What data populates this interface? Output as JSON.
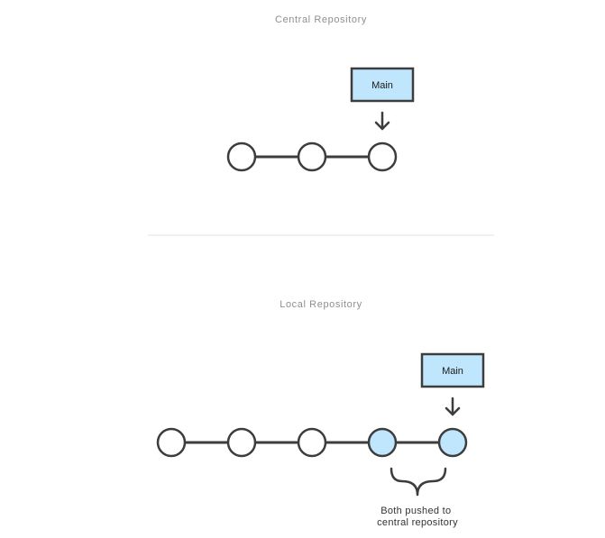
{
  "colors": {
    "line": "#3d3d3d",
    "commit_default": "#ffffff",
    "commit_highlight": "#bfe6fc",
    "branch_fill": "#bfe6fc",
    "divider": "#e2e2e2",
    "title": "#8f8f8f"
  },
  "central": {
    "title": "Central Repository",
    "branch_label": "Main",
    "commits": [
      {
        "highlighted": false
      },
      {
        "highlighted": false
      },
      {
        "highlighted": false
      }
    ]
  },
  "local": {
    "title": "Local Repository",
    "branch_label": "Main",
    "commits": [
      {
        "highlighted": false
      },
      {
        "highlighted": false
      },
      {
        "highlighted": false
      },
      {
        "highlighted": true
      },
      {
        "highlighted": true
      }
    ],
    "note_lines": [
      "Both pushed to",
      "central repository"
    ]
  }
}
